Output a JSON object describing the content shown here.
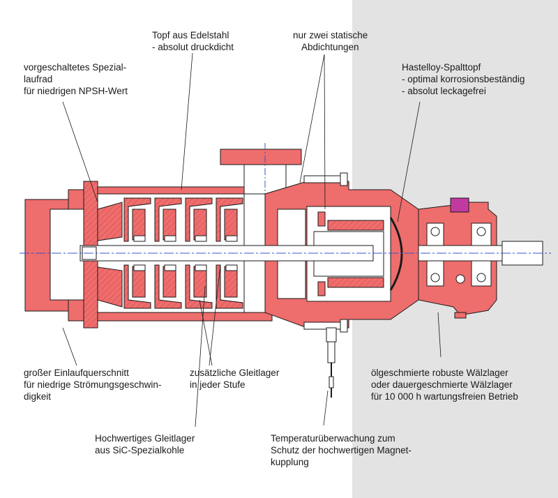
{
  "colors": {
    "background_left": "#ffffff",
    "background_right": "#e3e3e3",
    "casing_red": "#ee6d6d",
    "casing_red_dark": "#d94a4a",
    "line": "#1a1a1a",
    "centerline_blue": "#3355cc",
    "magenta": "#c23aa0"
  },
  "callouts": {
    "topf": [
      "Topf aus Edelstahl",
      "- absolut druckdicht"
    ],
    "abdichtungen": [
      "nur zwei statische",
      "Abdichtungen"
    ],
    "laufrad": [
      "vorgeschaltetes Spezial-",
      "laufrad",
      "für niedrigen NPSH-Wert"
    ],
    "spalttopf": [
      "Hastelloy-Spalttopf",
      "- optimal korrosionsbeständig",
      "- absolut leckagefrei"
    ],
    "einlauf": [
      "großer Einlaufquerschnitt",
      "für niedrige Strömungsgeschwin-",
      "digkeit"
    ],
    "gleitlager_stufe": [
      "zusätzliche Gleitlager",
      "in jeder Stufe"
    ],
    "waelzlager": [
      "ölgeschmierte robuste Wälzlager",
      "oder dauergeschmierte Wälzlager",
      "für 10 000 h wartungsfreien Betrieb"
    ],
    "gleitlager_sic": [
      "Hochwertiges Gleitlager",
      "aus SiC-Spezialkohle"
    ],
    "temperatur": [
      "Temperaturüberwachung zum",
      "Schutz der hochwertigen Magnet-",
      "kupplung"
    ]
  }
}
